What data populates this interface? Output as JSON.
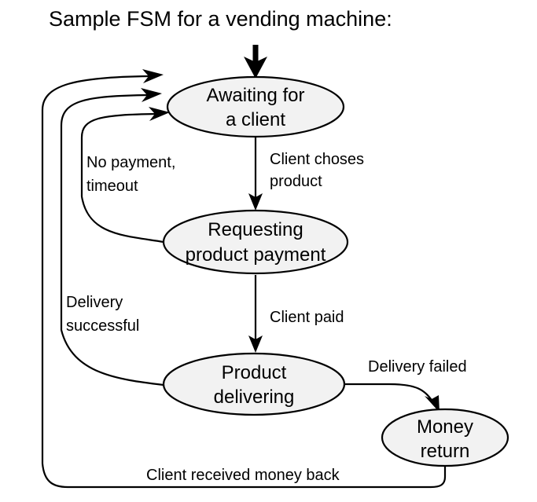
{
  "title": "Sample FSM for a vending machine:",
  "diagram": {
    "type": "finite-state-machine",
    "states": [
      {
        "id": "awaiting",
        "line1": "Awaiting for",
        "line2": "a client"
      },
      {
        "id": "requesting",
        "line1": "Requesting",
        "line2": "product payment"
      },
      {
        "id": "delivering",
        "line1": "Product",
        "line2": "delivering"
      },
      {
        "id": "money",
        "line1": "Money",
        "line2": "return"
      }
    ],
    "transitions": [
      {
        "id": "start",
        "from": "",
        "to": "awaiting",
        "line1": "",
        "line2": ""
      },
      {
        "id": "choses",
        "from": "awaiting",
        "to": "requesting",
        "line1": "Client choses",
        "line2": "product"
      },
      {
        "id": "paid",
        "from": "requesting",
        "to": "delivering",
        "line1": "Client paid",
        "line2": ""
      },
      {
        "id": "timeout",
        "from": "requesting",
        "to": "awaiting",
        "line1": "No payment,",
        "line2": "timeout"
      },
      {
        "id": "success",
        "from": "delivering",
        "to": "awaiting",
        "line1": "Delivery",
        "line2": "successful"
      },
      {
        "id": "failed",
        "from": "delivering",
        "to": "money",
        "line1": "Delivery failed",
        "line2": ""
      },
      {
        "id": "refund",
        "from": "money",
        "to": "awaiting",
        "line1": "Client received money back",
        "line2": ""
      }
    ]
  },
  "colors": {
    "node_fill": "#f2f2f2",
    "stroke": "#000000",
    "text": "#000000",
    "background": "#ffffff"
  }
}
